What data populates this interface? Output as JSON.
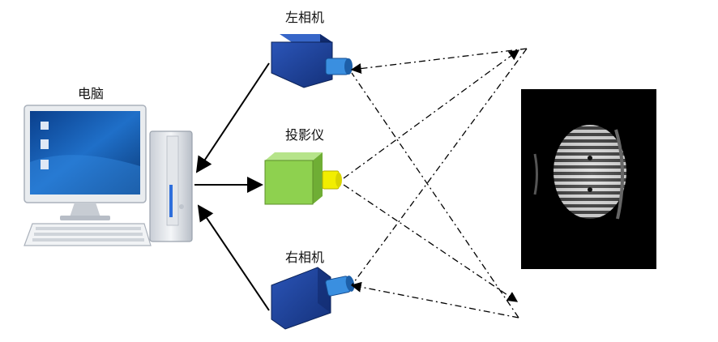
{
  "labels": {
    "computer": "电脑",
    "left_camera": "左相机",
    "projector": "投影仪",
    "right_camera": "右相机"
  },
  "colors": {
    "camera_body": "#1f3f9a",
    "camera_lens": "#3a8fe0",
    "projector_body": "#8ed14f",
    "projector_lens": "#f2ee00",
    "target_bg": "#000000",
    "arrow": "#000000"
  },
  "icons": {
    "computer": "desktop-computer-icon",
    "left_camera": "camera-icon",
    "projector": "projector-icon",
    "right_camera": "camera-icon",
    "target": "striped-object-image"
  }
}
